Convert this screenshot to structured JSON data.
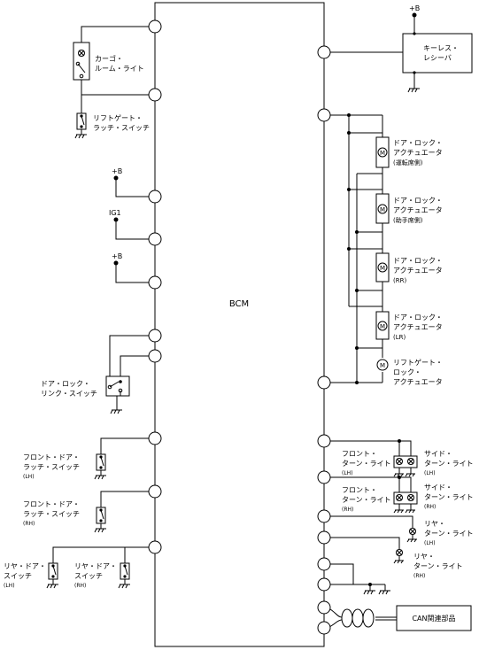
{
  "bcm": {
    "label": "BCM"
  },
  "supply": {
    "plus_b": "+B",
    "ig1": "IG1"
  },
  "left": {
    "cargo_light": [
      "カーゴ・",
      "ルーム・ライト"
    ],
    "liftgate_latch_switch": [
      "リフトゲート・",
      "ラッチ・スイッチ"
    ],
    "door_lock_link_switch": [
      "ドア・ロック・",
      "リンク・スイッチ"
    ],
    "front_door_latch_lh": [
      "フロント・ドア・",
      "ラッチ・スイッチ",
      "(LH)"
    ],
    "front_door_latch_rh": [
      "フロント・ドア・",
      "ラッチ・スイッチ",
      "(RH)"
    ],
    "rear_door_switch_lh": [
      "リヤ・ドア・",
      "スイッチ",
      "(LH)"
    ],
    "rear_door_switch_rh": [
      "リヤ・ドア・",
      "スイッチ",
      "(RH)"
    ]
  },
  "right": {
    "keyless_receiver": [
      "キーレス・",
      "レシーバ"
    ],
    "actuator_driver": [
      "ドア・ロック・",
      "アクチュエータ",
      "(運転席側)"
    ],
    "actuator_passenger": [
      "ドア・ロック・",
      "アクチュエータ",
      "(助手席側)"
    ],
    "actuator_rr": [
      "ドア・ロック・",
      "アクチュエータ",
      "(RR)"
    ],
    "actuator_lr": [
      "ドア・ロック・",
      "アクチュエータ",
      "(LR)"
    ],
    "liftgate_actuator": [
      "リフトゲート・",
      "ロック・",
      "アクチュエータ"
    ],
    "front_turn_lh": [
      "フロント・",
      "ターン・ライト",
      "(LH)"
    ],
    "side_turn_lh": [
      "サイド・",
      "ターン・ライト",
      "(LH)"
    ],
    "front_turn_rh": [
      "フロント・",
      "ターン・ライト",
      "(RH)"
    ],
    "side_turn_rh": [
      "サイド・",
      "ターン・ライト",
      "(RH)"
    ],
    "rear_turn_lh": [
      "リヤ・",
      "ターン・ライト",
      "(LH)"
    ],
    "rear_turn_rh": [
      "リヤ・",
      "ターン・ライト",
      "(RH)"
    ],
    "can_parts": "CAN関連部品"
  },
  "icons": {
    "motor": "motor-icon",
    "bulb": "bulb-icon",
    "ground": "ground-icon",
    "switch": "switch-icon"
  }
}
